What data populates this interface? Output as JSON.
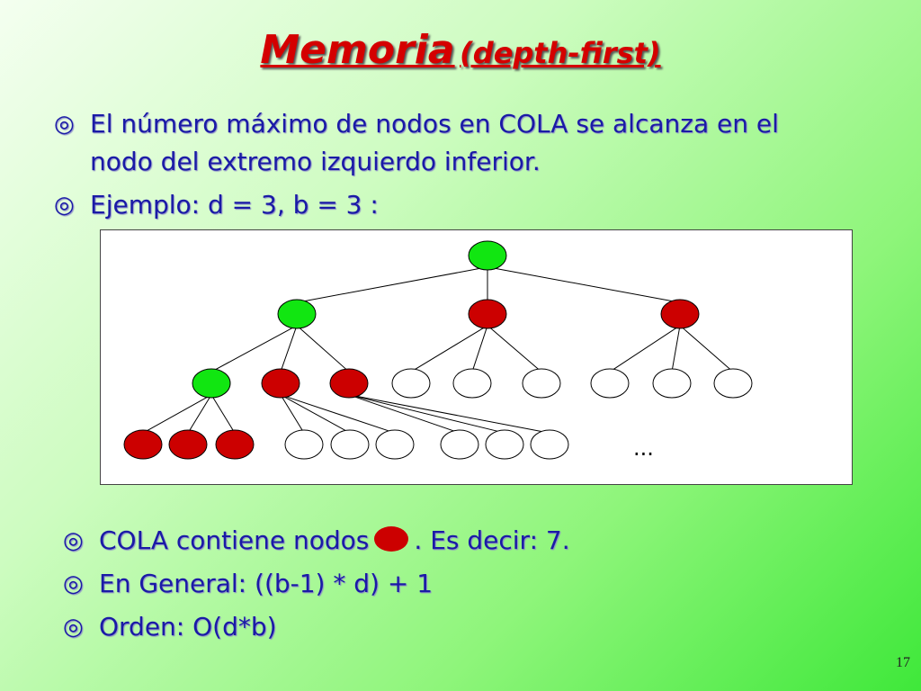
{
  "title": {
    "main": "Memoria",
    "sub": "(depth-first)"
  },
  "bullets_top": [
    {
      "text": "El número máximo de nodos en COLA se alcanza en el nodo del extremo izquierdo inferior."
    },
    {
      "text": "Ejemplo: d = 3,  b = 3 :"
    }
  ],
  "bullets_bottom": {
    "item1_before": "COLA contiene nodos",
    "item1_after": ".  Es decir: 7.",
    "item2": "En General:  ((b-1) * d) + 1",
    "item3": "Orden:  O(d*b)"
  },
  "diagram": {
    "ellipsis": "...",
    "colors": {
      "green": "#11e611",
      "red": "#cc0000",
      "white": "#ffffff"
    },
    "nodes": [
      {
        "id": "root",
        "color": "green",
        "level": 0
      },
      {
        "id": "n1",
        "color": "green",
        "level": 1,
        "parent": "root"
      },
      {
        "id": "n2",
        "color": "red",
        "level": 1,
        "parent": "root"
      },
      {
        "id": "n3",
        "color": "red",
        "level": 1,
        "parent": "root"
      },
      {
        "id": "n11",
        "color": "green",
        "level": 2,
        "parent": "n1"
      },
      {
        "id": "n12",
        "color": "red",
        "level": 2,
        "parent": "n1"
      },
      {
        "id": "n13",
        "color": "red",
        "level": 2,
        "parent": "n1"
      },
      {
        "id": "n21",
        "color": "white",
        "level": 2,
        "parent": "n2"
      },
      {
        "id": "n22",
        "color": "white",
        "level": 2,
        "parent": "n2"
      },
      {
        "id": "n23",
        "color": "white",
        "level": 2,
        "parent": "n2"
      },
      {
        "id": "n31",
        "color": "white",
        "level": 2,
        "parent": "n3"
      },
      {
        "id": "n32",
        "color": "white",
        "level": 2,
        "parent": "n3"
      },
      {
        "id": "n33",
        "color": "white",
        "level": 2,
        "parent": "n3"
      },
      {
        "id": "n111",
        "color": "red",
        "level": 3,
        "parent": "n11"
      },
      {
        "id": "n112",
        "color": "red",
        "level": 3,
        "parent": "n11"
      },
      {
        "id": "n113",
        "color": "red",
        "level": 3,
        "parent": "n11"
      },
      {
        "id": "n121",
        "color": "white",
        "level": 3,
        "parent": "n12"
      },
      {
        "id": "n122",
        "color": "white",
        "level": 3,
        "parent": "n12"
      },
      {
        "id": "n123",
        "color": "white",
        "level": 3,
        "parent": "n12"
      },
      {
        "id": "n131",
        "color": "white",
        "level": 3,
        "parent": "n13"
      },
      {
        "id": "n132",
        "color": "white",
        "level": 3,
        "parent": "n13"
      },
      {
        "id": "n133",
        "color": "white",
        "level": 3,
        "parent": "n13"
      }
    ]
  },
  "page_number": "17"
}
